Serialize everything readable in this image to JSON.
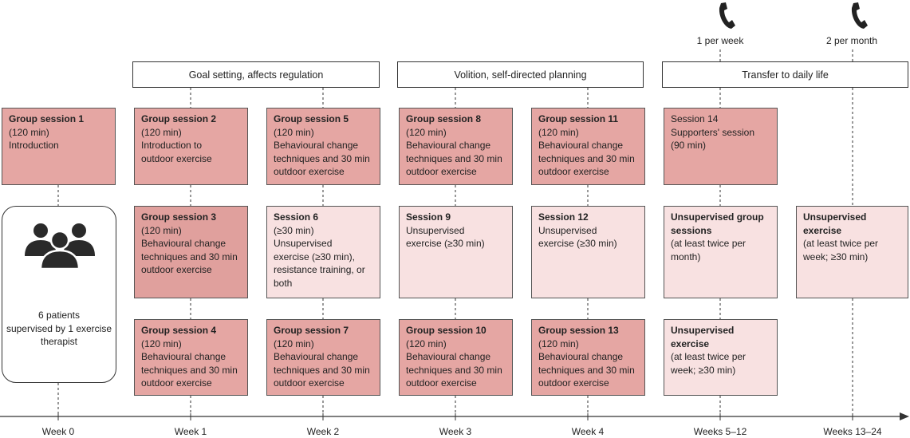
{
  "phases": [
    {
      "label": "Goal setting, affects regulation"
    },
    {
      "label": "Volition, self-directed planning"
    },
    {
      "label": "Transfer to daily life"
    }
  ],
  "phone_frequency": [
    {
      "label": "1 per week",
      "icon": "phone-icon"
    },
    {
      "label": "2 per month",
      "icon": "phone-icon"
    }
  ],
  "patients": {
    "text": "6 patients\nsupervised by 1 exercise\ntherapist",
    "icon": "group-of-people-icon"
  },
  "sessions": [
    {
      "title": "Group session 1",
      "detail": "(120 min)\nIntroduction"
    },
    {
      "title": "Group session 2",
      "detail": "(120 min)\nIntroduction to\noutdoor exercise"
    },
    {
      "title": "Group session 3",
      "detail": "(120 min)\nBehavioural change\ntechniques and 30 min\noutdoor exercise"
    },
    {
      "title": "Group session 4",
      "detail": "(120 min)\nBehavioural change\ntechniques and 30 min\noutdoor exercise"
    },
    {
      "title": "Group session 5",
      "detail": "(120 min)\nBehavioural change\ntechniques and 30 min\noutdoor exercise"
    },
    {
      "title": "Session 6",
      "detail": "(≥30 min)\nUnsupervised\nexercise (≥30 min),\nresistance training, or\nboth"
    },
    {
      "title": "Group session 7",
      "detail": "(120 min)\nBehavioural change\ntechniques and 30 min\noutdoor exercise"
    },
    {
      "title": "Group session 8",
      "detail": "(120 min)\nBehavioural change\ntechniques and 30 min\noutdoor exercise"
    },
    {
      "title": "Session 9",
      "detail": "Unsupervised\nexercise (≥30 min)"
    },
    {
      "title": "Group session 10",
      "detail": "(120 min)\nBehavioural change\ntechniques and 30 min\noutdoor exercise"
    },
    {
      "title": "Group session 11",
      "detail": "(120 min)\nBehavioural change\ntechniques and 30 min\noutdoor exercise"
    },
    {
      "title": "Session 12",
      "detail": "Unsupervised\nexercise (≥30 min)"
    },
    {
      "title": "Group session 13",
      "detail": "(120 min)\nBehavioural change\ntechniques and 30 min\noutdoor exercise"
    },
    {
      "title": "Session 14",
      "detail": "Supporters' session\n(90 min)"
    },
    {
      "title": "Unsupervised group\nsessions",
      "detail": "(at least twice per\nmonth)"
    },
    {
      "title": "Unsupervised\nexercise",
      "detail": "(at least twice per\nweek; ≥30 min)"
    },
    {
      "title": "Unsupervised\nexercise",
      "detail": "(at least twice per\nweek; ≥30 min)"
    }
  ],
  "weeks": [
    "Week 0",
    "Week 1",
    "Week 2",
    "Week 3",
    "Week 4",
    "Weeks 5–12",
    "Weeks 13–24"
  ],
  "colors": {
    "group_session": "#e5a6a3",
    "unsupervised": "#f8e1e1",
    "border": "#555555"
  }
}
